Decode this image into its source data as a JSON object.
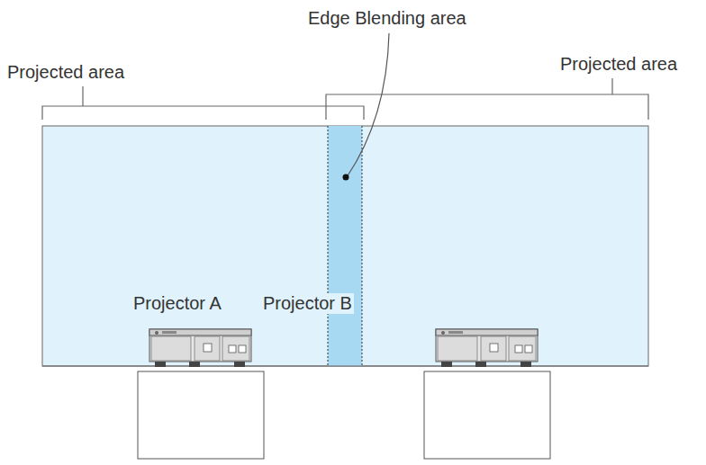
{
  "diagram": {
    "labels": [
      "Edge Blending area",
      "Projected area",
      "Projected area",
      "Projector A",
      "Projector B"
    ]
  }
}
